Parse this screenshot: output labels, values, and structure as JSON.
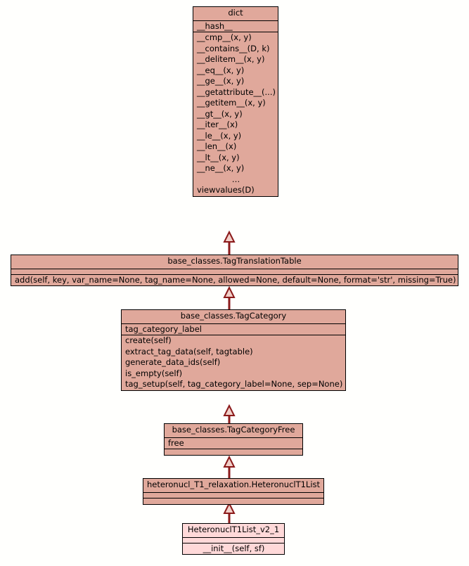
{
  "diagram": {
    "type": "uml-class-diagram",
    "background_color": "#fffffd",
    "class_fill_color": "#e0a89b",
    "class_fill_color_highlight": "#ffd9d9",
    "border_color": "#000000",
    "arrow_color": "#8b1a1a",
    "relationship": "generalization"
  },
  "classes": {
    "dict": {
      "name": "dict",
      "attributes": [
        "__hash__"
      ],
      "methods": [
        "__cmp__(x, y)",
        "__contains__(D, k)",
        "__delitem__(x, y)",
        "__eq__(x, y)",
        "__ge__(x, y)",
        "__getattribute__(...)",
        "__getitem__(x, y)",
        "__gt__(x, y)",
        "__iter__(x)",
        "__le__(x, y)",
        "__len__(x)",
        "__lt__(x, y)",
        "__ne__(x, y)",
        "…",
        "viewvalues(D)"
      ]
    },
    "tag_translation_table": {
      "name": "base_classes.TagTranslationTable",
      "attributes": [],
      "methods": [
        "add(self, key, var_name=None, tag_name=None, allowed=None, default=None, format='str', missing=True)"
      ]
    },
    "tag_category": {
      "name": "base_classes.TagCategory",
      "attributes": [
        "tag_category_label"
      ],
      "methods": [
        "create(self)",
        "extract_tag_data(self, tagtable)",
        "generate_data_ids(self)",
        "is_empty(self)",
        "tag_setup(self, tag_category_label=None, sep=None)"
      ]
    },
    "tag_category_free": {
      "name": "base_classes.TagCategoryFree",
      "attributes": [
        "free"
      ],
      "methods": []
    },
    "heteronucl_t1_list": {
      "name": "heteronucl_T1_relaxation.HeteronuclT1List",
      "attributes": [],
      "methods": []
    },
    "heteronucl_t1_list_v2_1": {
      "name": "HeteronuclT1List_v2_1",
      "attributes": [],
      "methods": [
        "__init__(self, sf)"
      ]
    }
  },
  "edges": [
    {
      "from": "tag_translation_table",
      "to": "dict",
      "kind": "generalization"
    },
    {
      "from": "tag_category",
      "to": "tag_translation_table",
      "kind": "generalization"
    },
    {
      "from": "tag_category_free",
      "to": "tag_category",
      "kind": "generalization"
    },
    {
      "from": "heteronucl_t1_list",
      "to": "tag_category_free",
      "kind": "generalization"
    },
    {
      "from": "heteronucl_t1_list_v2_1",
      "to": "heteronucl_t1_list",
      "kind": "generalization"
    }
  ]
}
